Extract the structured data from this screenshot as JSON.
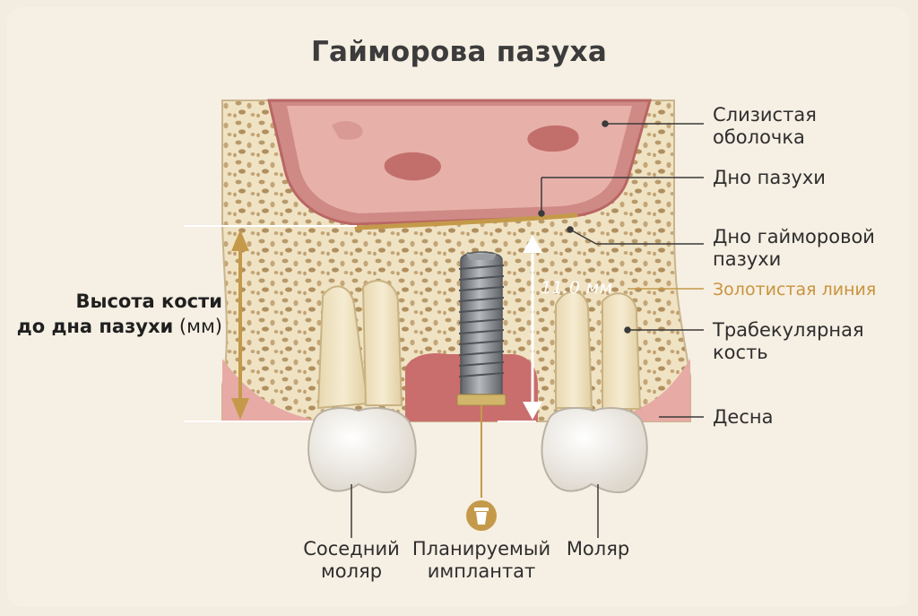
{
  "title": "Гайморова пазуха",
  "labels": {
    "mucosa": [
      "Слизистая",
      "оболочка"
    ],
    "sinus_floor": "Дно пазухи",
    "maxillary_floor": [
      "Дно гайморовой",
      "пазухи"
    ],
    "gold_line": "Золотистая линия",
    "trabecular": [
      "Трабекулярная",
      "кость"
    ],
    "gum": "Десна",
    "adjacent_molar": [
      "Соседний",
      "моляр"
    ],
    "planned_implant": [
      "Планируемый",
      "имплантат"
    ],
    "molar": "Моляр"
  },
  "bone_height": {
    "line1": "Высота кости",
    "line2_bold": "до дна пазухи",
    "line2_unit": " (мм)"
  },
  "measurement": "11.0 мм",
  "colors": {
    "bone": "#efe2c2",
    "mucosa": "#d98f8f",
    "gum": "#e9a9a6",
    "gold": "#c49a4a",
    "tooth": "#f7f4ee",
    "implant": "#8a8d92"
  }
}
